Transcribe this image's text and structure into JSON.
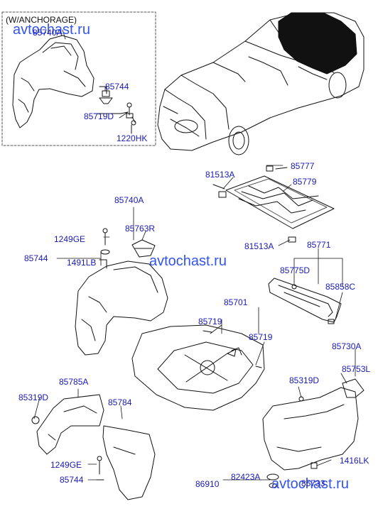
{
  "diagram": {
    "inset_caption": "(W/ANCHORAGE)",
    "watermarks": [
      "avtochast.ru",
      "avtochast.ru",
      "avtochast.ru"
    ],
    "parts": {
      "p85740a_top": "85740A",
      "p85744_top": "85744",
      "p85719d_top": "85719D",
      "p1220hk": "1220HK",
      "p85777": "85777",
      "p81513a_1": "81513A",
      "p85779": "85779",
      "p85740a": "85740A",
      "p1249ge_1": "1249GE",
      "p85763r": "85763R",
      "p81513a_2": "81513A",
      "p85771": "85771",
      "p85744_mid": "85744",
      "p1491lb": "1491LB",
      "p85775d": "85775D",
      "p85858c": "85858C",
      "p85701": "85701",
      "p85719_1": "85719",
      "p85719_2": "85719",
      "p85730a": "85730A",
      "p85753l": "85753L",
      "p85785a": "85785A",
      "p85319d_1": "85319D",
      "p85784": "85784",
      "p85319d_2": "85319D",
      "p1249ge_2": "1249GE",
      "p85744_bot": "85744",
      "p1416lk": "1416LK",
      "p86910": "86910",
      "p82423a": "82423A",
      "p85733": "85733"
    }
  }
}
